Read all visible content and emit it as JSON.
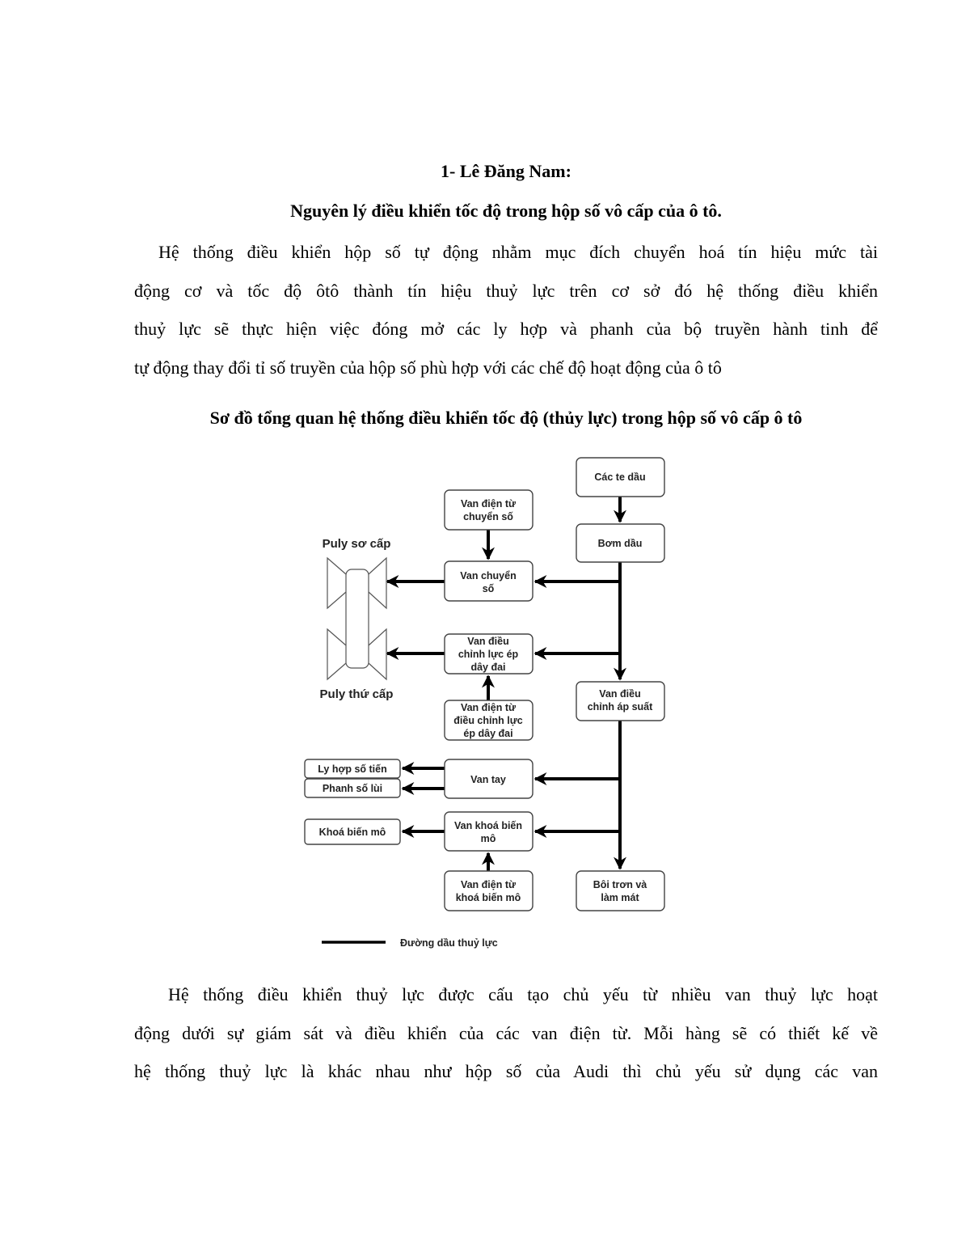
{
  "heading": {
    "author": "1- Lê Đăng Nam:",
    "title": "Nguyên lý điều khiển tốc độ trong hộp số vô cấp của ô tô."
  },
  "para1": [
    "Hệ thống điều khiển hộp số tự động nhằm mục đích chuyển hoá tín hiệu mức tài",
    "động cơ và tốc độ ôtô thành tín hiệu thuỷ lực trên cơ sở đó hệ thống điều khiển",
    "thuỷ lực sẽ thực hiện việc đóng mở các ly hợp và phanh của bộ truyền hành tinh để",
    "tự động thay đổi tỉ số truyền của hộp số phù hợp với các chế độ hoạt động của ô tô"
  ],
  "diagram_title": "Sơ đồ tổng quan hệ thống điều khiển tốc độ (thủy lực) trong hộp số vô cấp ô tô",
  "diagram": {
    "cac_te_dau": [
      "Các te dầu"
    ],
    "bom_dau": [
      "Bơm dầu"
    ],
    "van_dien_tu_chuyen_so": [
      "Van điện từ",
      "chuyển số"
    ],
    "van_chuyen_so": [
      "Van chuyển",
      "số"
    ],
    "van_dieu_chinh_luc_ep": [
      "Van điều",
      "chỉnh lực ép",
      "dây đai"
    ],
    "van_dien_tu_luc_ep": [
      "Van điện từ",
      "điều chỉnh lực",
      "ép dây đai"
    ],
    "van_dieu_chinh_ap_suat": [
      "Van điều",
      "chỉnh áp suất"
    ],
    "van_tay": [
      "Van tay"
    ],
    "ly_hop_so_tien": [
      "Ly hợp số tiến"
    ],
    "phanh_so_lui": [
      "Phanh số lùi"
    ],
    "van_khoa_bien_mo": [
      "Van khoá biến",
      "mô"
    ],
    "khoa_bien_mo": [
      "Khoá biến mô"
    ],
    "van_dien_tu_khoa_bien_mo": [
      "Van điện từ",
      "khoá biến mô"
    ],
    "boi_tron": [
      "Bôi trơn và",
      "làm mát"
    ],
    "puly_so_cap": "Puly sơ cấp",
    "puly_thu_cap": "Puly thứ cấp",
    "legend": "Đường dầu thuỷ lực"
  },
  "para2": [
    "Hệ thống điều khiển thuỷ lực được cấu tạo chủ yếu từ nhiều van thuỷ lực hoạt",
    "động dưới sự giám sát và điều khiển của các van điện từ. Mỗi hàng sẽ có thiết kế về",
    "hệ thống thuỷ lực là khác nhau như hộp số của Audi thì chủ yếu sử dụng các van"
  ]
}
